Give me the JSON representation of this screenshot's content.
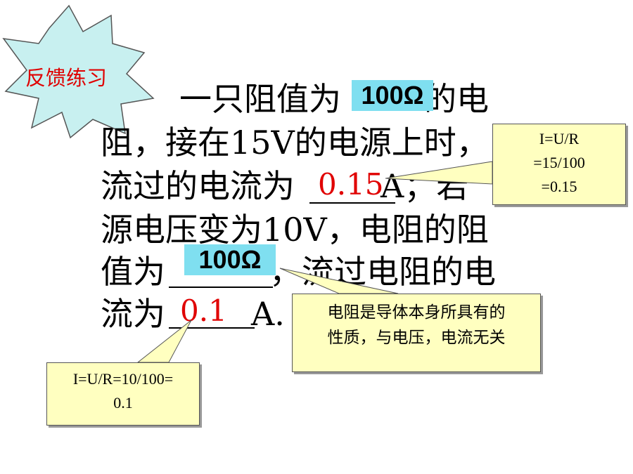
{
  "badge": {
    "label": "反馈练习",
    "fill": "#c8f0f0",
    "text_color": "#e00000"
  },
  "problem": {
    "line1_a": "一只阻值为",
    "resistance_chip": "100Ω",
    "line1_b": "的电",
    "line2": "阻，接在15V的电源上时，",
    "line3_a": "流过的电流为",
    "answer1": "0.15",
    "line3_b": "A；若",
    "line4": "源电压变为10V，电阻的阻",
    "line5_a": "值为",
    "answer2": "100Ω",
    "line5_b": "，流过电阻的电",
    "line6_a": "流为",
    "answer3": "0.1",
    "line6_b": "A."
  },
  "callouts": {
    "calc1": [
      "I=U/R",
      "=15/100",
      "=0.15"
    ],
    "property": [
      "电阻是导体本身所具有的",
      "性质，与电压，电流无关"
    ],
    "calc2": [
      "I=U/R=10/100=",
      "0.1"
    ]
  },
  "colors": {
    "answer": "#e00000",
    "callout_bg": "#ffffc0",
    "chip_bg": "#7fdff0"
  }
}
